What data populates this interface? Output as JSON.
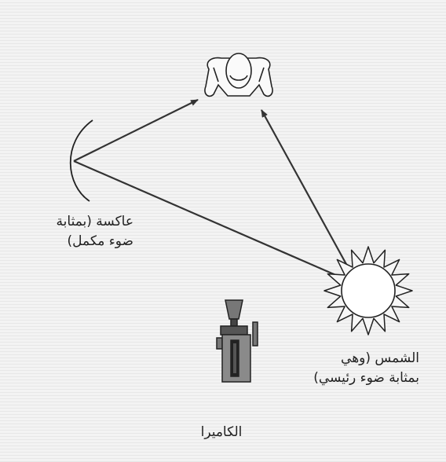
{
  "labels": {
    "reflector_line1": "عاكسة (بمثابة",
    "reflector_line2": "ضوء مكمل)",
    "sun_line1": "الشمس (وهي",
    "sun_line2": "بمثابة ضوء رئيسي)",
    "camera": "الكاميرا"
  },
  "colors": {
    "line": "#333333",
    "background": "#f3f3f3"
  },
  "icons": [
    "person-top-view-icon",
    "reflector-arc-icon",
    "sun-icon",
    "camera-icon"
  ]
}
